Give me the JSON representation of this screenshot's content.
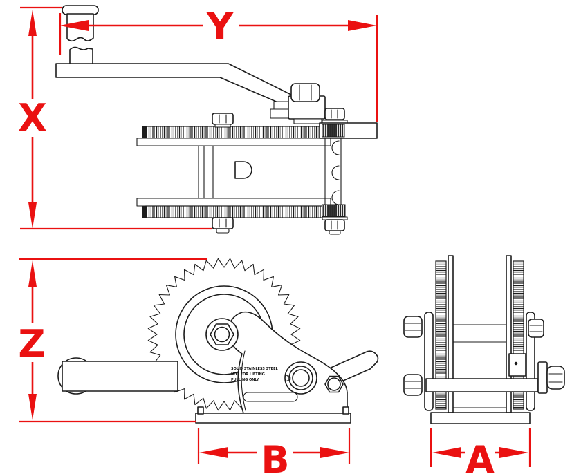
{
  "drawing": {
    "type": "technical-drawing",
    "subject": "hand winch three-view drawing",
    "dimensions": {
      "x": {
        "label": "X"
      },
      "y": {
        "label": "Y"
      },
      "z": {
        "label": "Z"
      },
      "a": {
        "label": "A"
      },
      "b": {
        "label": "B"
      }
    },
    "plate_note": {
      "line1": "SOLID STAINLESS STEEL",
      "line2": "NOT FOR LIFTING",
      "line3": "PULLING ONLY"
    },
    "colors": {
      "dimension_red": "#ea1111",
      "line_ink": "#1c1c1c",
      "background": "#ffffff"
    }
  }
}
